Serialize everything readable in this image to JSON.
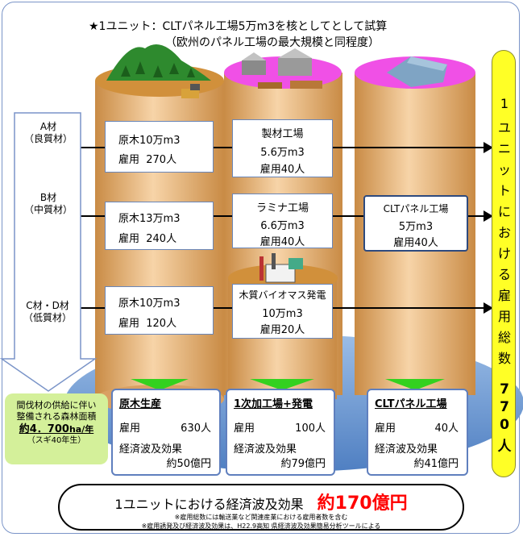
{
  "title": {
    "line1": "★1ユニット：CLTパネル工場5万m3を核としてとして試算",
    "line2": "（欧州のパネル工場の最大規模と同程度）"
  },
  "materials": [
    {
      "name": "A材",
      "quality": "（良質材）"
    },
    {
      "name": "B材",
      "quality": "（中質材）"
    },
    {
      "name": "C材・D材",
      "quality": "（低質材）"
    }
  ],
  "col1_boxes": [
    {
      "vol": "原木10万m3",
      "jobs": "雇用  270人"
    },
    {
      "vol": "原木13万m3",
      "jobs": "雇用  240人"
    },
    {
      "vol": "原木10万m3",
      "jobs": "雇用  120人"
    }
  ],
  "col2_boxes": [
    {
      "name": "製材工場",
      "vol": "5.6万m3",
      "jobs": "雇用40人"
    },
    {
      "name": "ラミナ工場",
      "vol": "6.6万m3",
      "jobs": "雇用40人"
    },
    {
      "name": "木質バイオマス発電",
      "vol": "10万m3",
      "jobs": "雇用20人"
    }
  ],
  "col3_box": {
    "name": "CLTパネル工場",
    "vol": "5万m3",
    "jobs": "雇用40人"
  },
  "summaries": [
    {
      "heading": "原木生産",
      "jobs_label": "雇用",
      "jobs_value": "630人",
      "effect_label": "経済波及効果",
      "effect_value": "約50億円"
    },
    {
      "heading": "1次加工場+発電",
      "jobs_label": "雇用",
      "jobs_value": "100人",
      "effect_label": "経済波及効果",
      "effect_value": "約79億円"
    },
    {
      "heading": "CLTパネル工場",
      "jobs_label": "雇用",
      "jobs_value": "40人",
      "effect_label": "経済波及効果",
      "effect_value": "約41億円"
    }
  ],
  "left_note": {
    "line1": "間伐材の供給に伴い",
    "line2": "整備される森林面積",
    "area_prefix": "約",
    "area_value": "4．700",
    "area_unit": "ha/年",
    "line4": "（スギ40年生）"
  },
  "employment_total": {
    "chars": [
      "1",
      "ユ",
      "ニ",
      "ッ",
      "ト",
      "に",
      "お",
      "け",
      "る",
      "雇",
      "用",
      "総",
      "数"
    ],
    "digits": [
      "7",
      "7",
      "0",
      "人"
    ]
  },
  "bottom": {
    "text": "1ユニットにおける経済波及効果",
    "amount": "約170億円",
    "note1": "※雇用総数には輸送業など関連産業における雇用者数を含む",
    "note2": "※雇用誘発及び経済波及効果は、H22.9高知 県経済波及効果簡易分析ツールによる"
  },
  "colors": {
    "frame": "#7a94c8",
    "cylinder": "#eeb77f",
    "cylinder_top": "#d1903b",
    "factory_top": "#f050e6",
    "yellow_pill": "#ffff26",
    "left_note_bg": "#d4f09a",
    "amount_red": "#ff0000",
    "base_ellipse": "#7fa6d8",
    "green_arrow": "#33d11f"
  }
}
